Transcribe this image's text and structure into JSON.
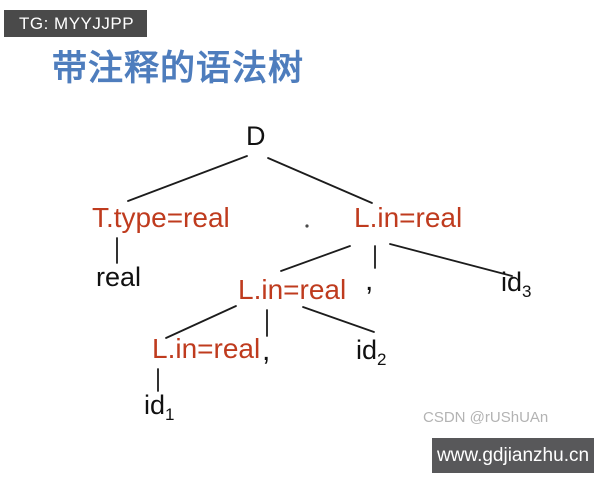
{
  "header": {
    "badge": "TG: MYYJJPP",
    "title": "带注释的语法树"
  },
  "tree": {
    "d": {
      "label": "D"
    },
    "t_type": {
      "label": "T.type=real"
    },
    "real_leaf": {
      "label": "real"
    },
    "l_in_top": {
      "label": "L.in=real"
    },
    "l_in_mid": {
      "label": "L.in=real"
    },
    "l_in_low": {
      "label": "L.in=real"
    },
    "comma_top": {
      "label": ","
    },
    "comma_mid": {
      "label": ","
    },
    "id1": {
      "base": "id",
      "sub": "1"
    },
    "id2": {
      "base": "id",
      "sub": "2"
    },
    "id3": {
      "base": "id",
      "sub": "3"
    }
  },
  "watermarks": {
    "csdn": "CSDN @rUShUAn",
    "site": "www.gdjianzhu.cn"
  },
  "colors": {
    "title_blue": "#4e7dbd",
    "annotation_red": "#bf3b1e",
    "node_black": "#111111",
    "badge_bg": "#4a4a4a",
    "watermark_bg": "#58585a",
    "watermark_text": "#b3b3b3",
    "edge_stroke": "#1c1c1c"
  }
}
